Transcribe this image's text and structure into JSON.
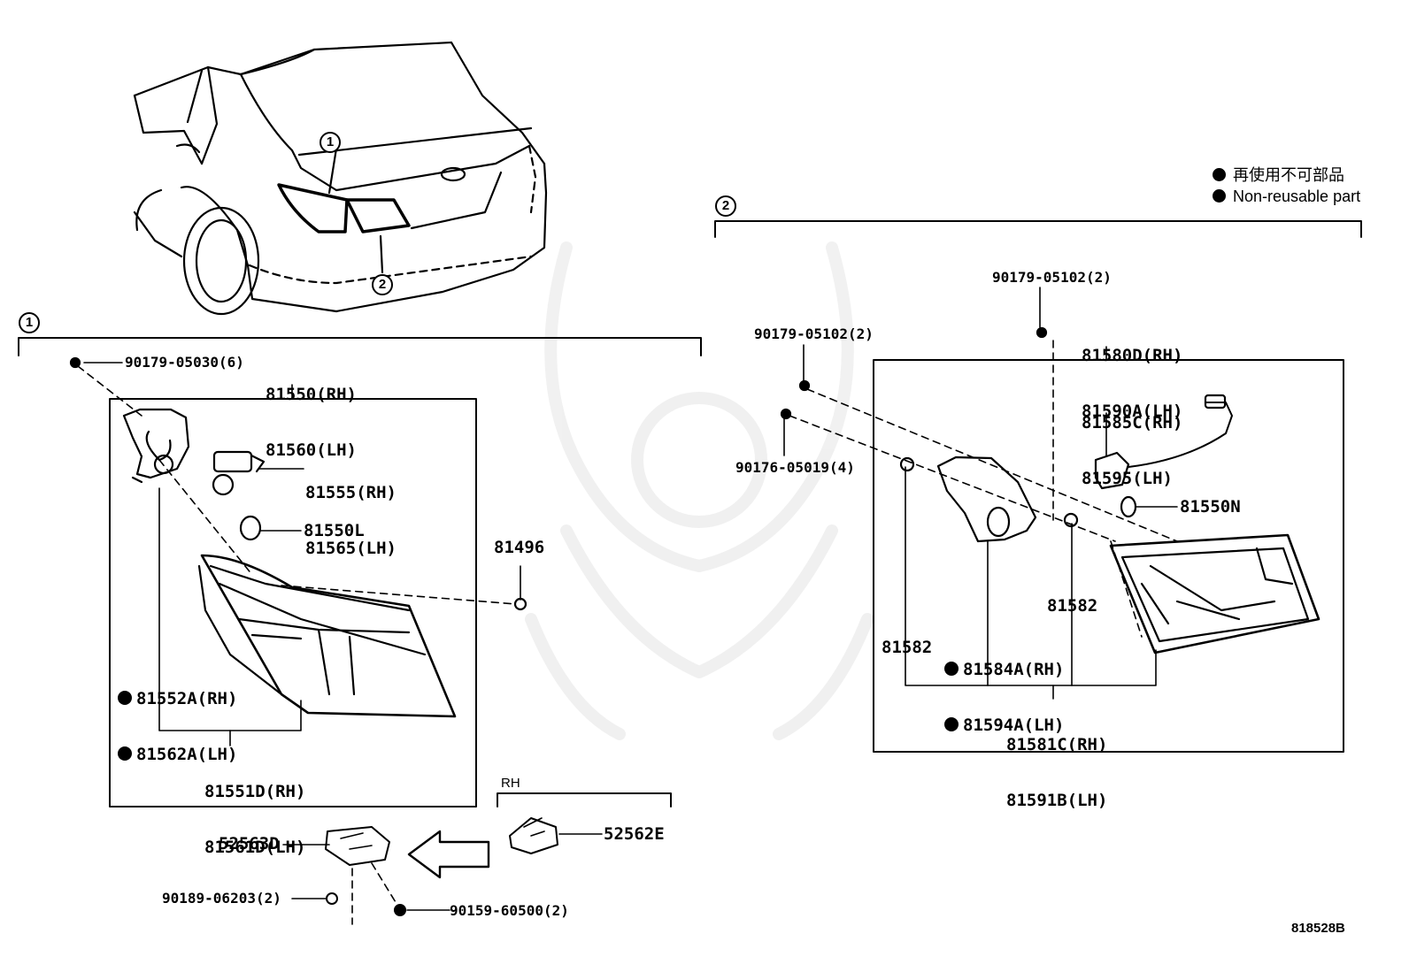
{
  "callouts": {
    "one": "1",
    "two": "2"
  },
  "legend": {
    "jp": "再使用不可部品",
    "en": "Non-reusable part"
  },
  "section1": {
    "bolt_90179_05030": "90179-05030(6)",
    "lamp_assy": [
      "81550(RH)",
      "81560(LH)"
    ],
    "socket": [
      "81555(RH)",
      "81565(LH)"
    ],
    "bulb": "81550L",
    "clip": "81496",
    "gasket": [
      "81552A(RH)",
      "81562A(LH)"
    ],
    "lens": [
      "81551D(RH)",
      "81561D(LH)"
    ]
  },
  "bracket": {
    "side": "RH",
    "part_52562E": "52562E",
    "part_52563D": "52563D",
    "bolt_90189": "90189-06203(2)",
    "screw_90159": "90159-60500(2)"
  },
  "section2": {
    "nut_top": "90179-05102(2)",
    "nut_left": "90179-05102(2)",
    "screw_90176": "90176-05019(4)",
    "lamp_assy": [
      "81580D(RH)",
      "81590A(LH)"
    ],
    "socket": [
      "81585C(RH)",
      "81595(LH)"
    ],
    "bulb": "81550N",
    "cushion_right": "81582",
    "cushion_left": "81582",
    "gasket": [
      "81584A(RH)",
      "81594A(LH)"
    ],
    "lens": [
      "81581C(RH)",
      "81591B(LH)"
    ]
  },
  "diagram_code": "818528B"
}
